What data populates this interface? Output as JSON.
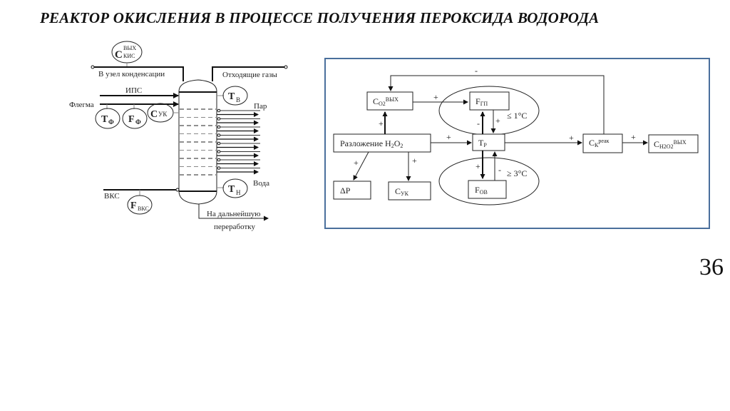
{
  "slide": {
    "title": "РЕАКТОР ОКИСЛЕНИЯ В ПРОЦЕССЕ ПОЛУЧЕНИЯ ПЕРОКСИДА ВОДОРОДА",
    "page_number": "36"
  },
  "reactor_scheme": {
    "streams": {
      "to_condensation": "В узел конденсации",
      "off_gases": "Отходящие газы",
      "ips": "ИПС",
      "phlegm": "Флегма",
      "steam": "Пар",
      "water": "Вода",
      "vks": "ВКС",
      "further_processing_1": "На дальнейшую",
      "further_processing_2": "переработку"
    },
    "sensors": {
      "c_kis_main": "C",
      "c_kis_sup": "ВЫХ",
      "c_kis_sub": "КИС",
      "t_v_main": "T",
      "t_v_sub": "В",
      "t_f_main": "T",
      "t_f_sub": "Ф",
      "f_f_main": "F",
      "f_f_sub": "Ф",
      "c_uk_main": "C",
      "c_uk_sub": "УК",
      "t_n_main": "T",
      "t_n_sub": "Н",
      "f_vks_main": "F",
      "f_vks_sub": "ВКС"
    }
  },
  "control_diagram": {
    "border_color": "#4a6f9c",
    "nodes": {
      "c_o2": {
        "main": "C",
        "sub": "O2",
        "sup": "ВЫХ"
      },
      "f_gp": {
        "main": "F",
        "sub": "ГП"
      },
      "decomp": {
        "main": "Разложение H",
        "sub1": "2",
        "mid": "O",
        "sub2": "2"
      },
      "t_r": {
        "main": "T",
        "sub": "Р"
      },
      "c_k": {
        "main": "C",
        "sub": "К",
        "sup": "реак"
      },
      "c_h2o2": {
        "main": "C",
        "sub": "H2O2",
        "sup": "ВЫХ"
      },
      "dp": {
        "main": "ΔP"
      },
      "c_uk": {
        "main": "C",
        "sub": "УК"
      },
      "f_ov": {
        "main": "F",
        "sub": "ОВ"
      }
    },
    "ellipse_labels": {
      "upper": "≤ 1°C",
      "lower": "≥ 3°C"
    },
    "signs": {
      "feedback_top": "-",
      "co2_to_fgp": "+",
      "decomp_to_co2": "+",
      "decomp_to_tr": "+",
      "tr_to_fgp": "-",
      "fgp_to_tr": "+",
      "tr_to_ck": "+",
      "ck_to_ch2o2": "+",
      "decomp_to_dp": "+",
      "decomp_to_cuk": "+",
      "tr_to_fov": "+",
      "fov_to_tr": "-"
    }
  }
}
